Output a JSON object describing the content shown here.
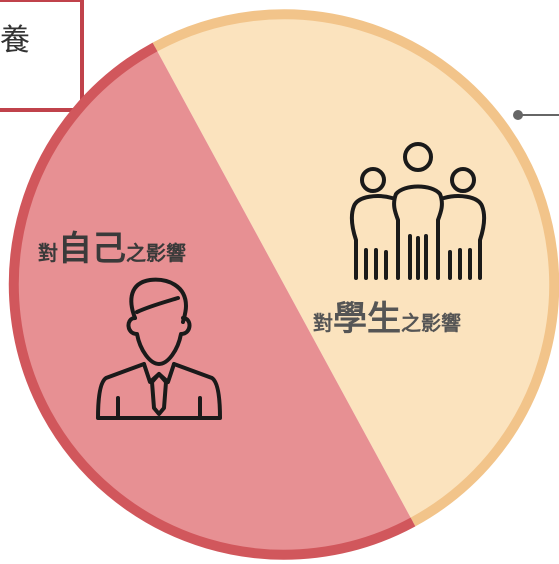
{
  "corner_box": {
    "text": "養"
  },
  "left_segment": {
    "prefix": "對",
    "emphasis": "自己",
    "suffix": "之影響",
    "icon": "person-icon"
  },
  "right_segment": {
    "prefix": "對",
    "emphasis": "學生",
    "suffix": "之影響",
    "icon": "group-icon"
  },
  "colors": {
    "left_fill": "#E79093",
    "left_ring": "#D1575C",
    "right_fill": "#FBE3BE",
    "right_ring": "#F2C48A",
    "box_border": "#C0424B",
    "icon_stroke": "#1a1a1a",
    "connector": "#666666"
  }
}
